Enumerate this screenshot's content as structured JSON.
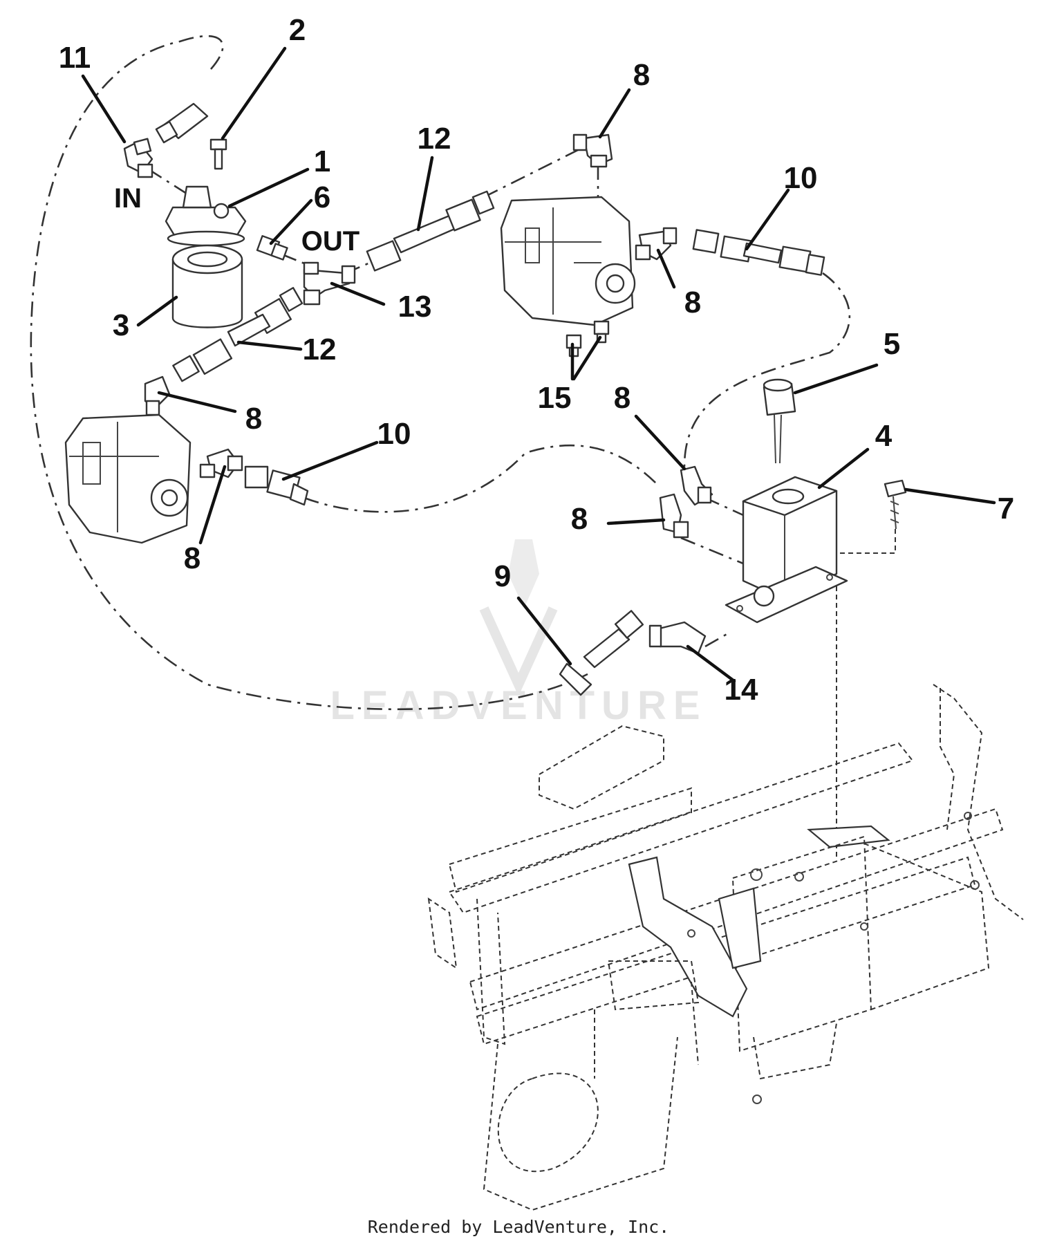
{
  "labels": {
    "l1": "1",
    "l2": "2",
    "l3": "3",
    "l4": "4",
    "l5": "5",
    "l6": "6",
    "l7": "7",
    "l8a": "8",
    "l8b": "8",
    "l8c": "8",
    "l8d": "8",
    "l8e": "8",
    "l8f": "8",
    "l9": "9",
    "l10a": "10",
    "l10b": "10",
    "l11": "11",
    "l12a": "12",
    "l12b": "12",
    "l13": "13",
    "l14": "14",
    "l15": "15"
  },
  "flow": {
    "in": "IN",
    "out": "OUT"
  },
  "watermark": "LEADVENTURE",
  "credit": "Rendered by LeadVenture, Inc."
}
